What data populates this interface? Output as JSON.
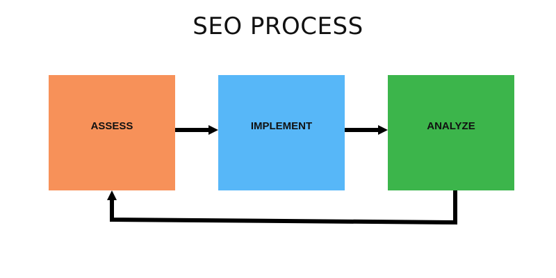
{
  "diagram": {
    "title": "SEO PROCESS",
    "steps": [
      {
        "id": "assess",
        "label": "ASSESS",
        "color": "#f79159"
      },
      {
        "id": "implement",
        "label": "IMPLEMENT",
        "color": "#57b7f8"
      },
      {
        "id": "analyze",
        "label": "ANALYZE",
        "color": "#3cb54b"
      }
    ],
    "connections": [
      {
        "from": "assess",
        "to": "implement"
      },
      {
        "from": "implement",
        "to": "analyze"
      },
      {
        "from": "analyze",
        "to": "assess"
      }
    ],
    "arrow_color": "#000000"
  }
}
